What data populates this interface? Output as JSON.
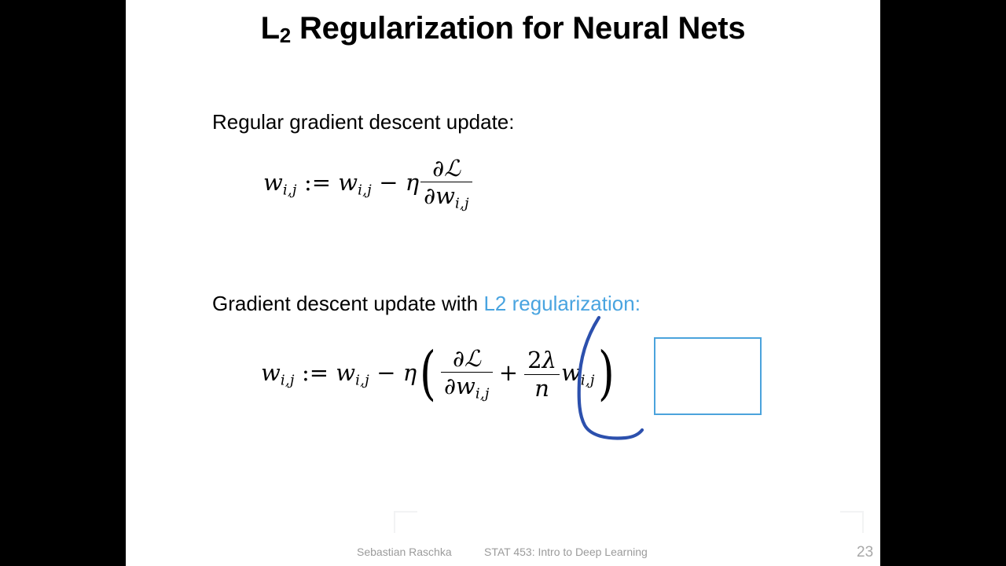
{
  "slide": {
    "title": {
      "base_before": "L",
      "subscript": "2",
      "base_after": " Regularization for Neural Nets",
      "full_text": "L2 Regularization for Neural Nets"
    },
    "sections": [
      {
        "label": "Regular gradient descent update:",
        "equation_text": "w_{i,j} := w_{i,j} - \\eta \\frac{\\partial \\mathcal{L}}{\\partial w_{i,j}}"
      },
      {
        "label_prefix": "Gradient descent update with ",
        "label_accent": "L2 regularization",
        "label_suffix": ":",
        "equation_text": "w_{i,j} := w_{i,j} - \\eta \\left( \\frac{\\partial \\mathcal{L}}{\\partial w_{i,j}} + \\frac{2\\lambda}{n} w_{i,j} \\right)"
      }
    ],
    "math_tokens": {
      "w": "w",
      "idx": "i,j",
      "assign": ":=",
      "minus": "−",
      "plus": "+",
      "eta": "η",
      "lambda": "λ",
      "n": "n",
      "two": "2",
      "partial": "∂",
      "script_L": "ℒ",
      "paren_open": "(",
      "paren_close": ")"
    },
    "highlight_box": {
      "label": "l2-penalty-term-highlight",
      "color": "#4ba3dc"
    },
    "annotation": {
      "label": "handwritten-blue-stroke",
      "color": "#2c50ad"
    },
    "footer": {
      "author": "Sebastian Raschka",
      "course": "STAT 453: Intro to Deep Learning",
      "page_number": "23"
    }
  },
  "colors": {
    "accent_blue": "#49a4e0",
    "box_blue": "#4ba3dc",
    "ink_blue": "#2c50ad",
    "footer_gray": "#9b9b9b",
    "background": "#ffffff",
    "letterbox": "#000000"
  }
}
